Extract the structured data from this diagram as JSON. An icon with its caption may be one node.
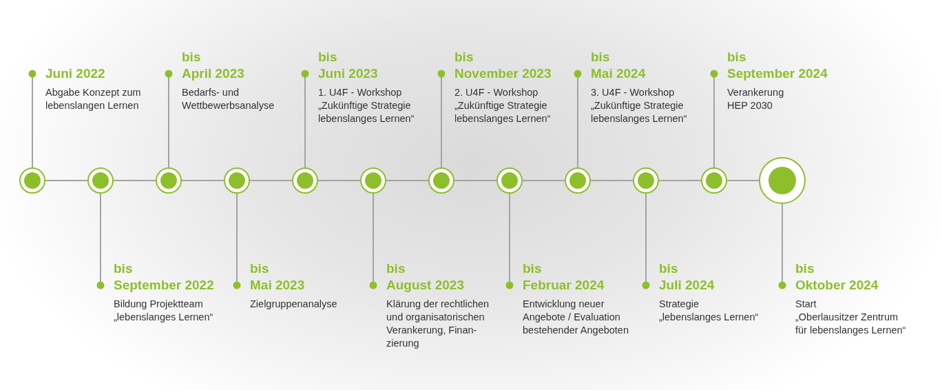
{
  "diagram": {
    "nodes": [
      {
        "text": [],
        "shape": "circle"
      },
      {
        "text": [],
        "shape": "circle"
      },
      {
        "text": [],
        "shape": "circle"
      },
      {
        "text": [],
        "shape": "circle"
      },
      {
        "text": [],
        "shape": "circle"
      },
      {
        "text": [],
        "shape": "circle"
      },
      {
        "text": [],
        "shape": "circle"
      },
      {
        "text": [],
        "shape": "circle"
      },
      {
        "text": [],
        "shape": "circle"
      },
      {
        "text": [],
        "shape": "circle"
      },
      {
        "text": [],
        "shape": "circle"
      },
      {
        "text": [],
        "shape": "circle"
      },
      {
        "text": [
          "Juni 2022",
          "Abgabe Konzept zum lebenslangen Lernen"
        ]
      },
      {
        "text": [
          "bis September 2022",
          "Bildung Projektteam „lebenslanges Lernen“"
        ]
      },
      {
        "text": [
          "bis April 2023",
          "Bedarfs- und Wettbewerbsanalyse"
        ]
      },
      {
        "text": [
          "bis Mai 2023",
          "Zielgruppenanalyse"
        ]
      },
      {
        "text": [
          "bis Juni 2023",
          "1. U4F - Workshop „Zukünftige Strategie lebenslanges Lernen“"
        ]
      },
      {
        "text": [
          "bis August 2023",
          "Klärung der rechtlichen und organisatorischen Verankerung, Finan- zierung"
        ]
      },
      {
        "text": [
          "bis November 2023",
          "2. U4F - Workshop „Zukünftige Strategie lebenslanges Lernen“"
        ]
      },
      {
        "text": [
          "bis Februar 2024",
          "Entwicklung neuer Angebote / Evaluation bestehender Angeboten"
        ]
      },
      {
        "text": [
          "bis Mai 2024",
          "3. U4F - Workshop „Zukünftige Strategie lebenslanges Lernen“"
        ]
      },
      {
        "text": [
          "bis Juli 2024",
          "Strategie „lebenslanges Lernen“"
        ]
      },
      {
        "text": [
          "bis September 2024",
          "Verankerung HEP 2030"
        ]
      },
      {
        "text": [
          "bis Oktober 2024",
          "Start „Oberlausitzer Zentrum für lebenslanges Lernen“"
        ]
      }
    ],
    "edges": [
      {
        "from": 0,
        "to": 1,
        "arrow": "none"
      },
      {
        "from": 1,
        "to": 2,
        "arrow": "none"
      },
      {
        "from": 2,
        "to": 3,
        "arrow": "none"
      },
      {
        "from": 3,
        "to": 4,
        "arrow": "none"
      },
      {
        "from": 4,
        "to": 5,
        "arrow": "none"
      },
      {
        "from": 5,
        "to": 6,
        "arrow": "none"
      },
      {
        "from": 6,
        "to": 7,
        "arrow": "none"
      },
      {
        "from": 7,
        "to": 8,
        "arrow": "none"
      },
      {
        "from": 8,
        "to": 9,
        "arrow": "none"
      },
      {
        "from": 9,
        "to": 10,
        "arrow": "none"
      },
      {
        "from": 10,
        "to": 11,
        "arrow": "none"
      },
      {
        "from": 0,
        "to": 12,
        "arrow": "other"
      },
      {
        "from": 1,
        "to": 13,
        "arrow": "other"
      },
      {
        "from": 2,
        "to": 14,
        "arrow": "other"
      },
      {
        "from": 3,
        "to": 15,
        "arrow": "other"
      },
      {
        "from": 4,
        "to": 16,
        "arrow": "other"
      },
      {
        "from": 5,
        "to": 17,
        "arrow": "other"
      },
      {
        "from": 6,
        "to": 18,
        "arrow": "other"
      },
      {
        "from": 7,
        "to": 19,
        "arrow": "other"
      },
      {
        "from": 8,
        "to": 20,
        "arrow": "other"
      },
      {
        "from": 9,
        "to": 21,
        "arrow": "other"
      },
      {
        "from": 10,
        "to": 22,
        "arrow": "other"
      },
      {
        "from": 11,
        "to": 23,
        "arrow": "other"
      }
    ]
  }
}
